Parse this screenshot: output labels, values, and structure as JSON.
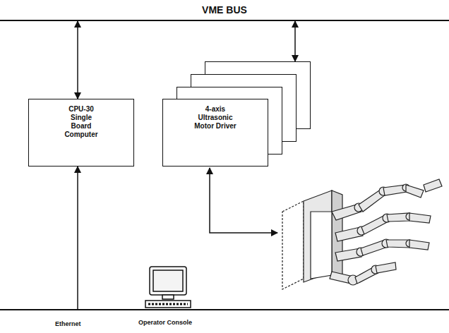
{
  "diagram": {
    "nodes": [
      {
        "text": [
          "VME BUS"
        ]
      },
      {
        "text": [
          "CPU-30 Single Board Computer"
        ]
      },
      {
        "text": [
          "4-axis Ultrasonic Motor Driver"
        ]
      },
      {
        "text": [
          "Ethernet"
        ]
      }
    ],
    "edges": [
      {
        "from": 0,
        "to": 1,
        "arrow": "both"
      },
      {
        "from": 0,
        "to": 2,
        "arrow": "both"
      },
      {
        "from": 3,
        "to": 1,
        "arrow": "to"
      }
    ],
    "labels": [
      "Operator Console"
    ]
  }
}
